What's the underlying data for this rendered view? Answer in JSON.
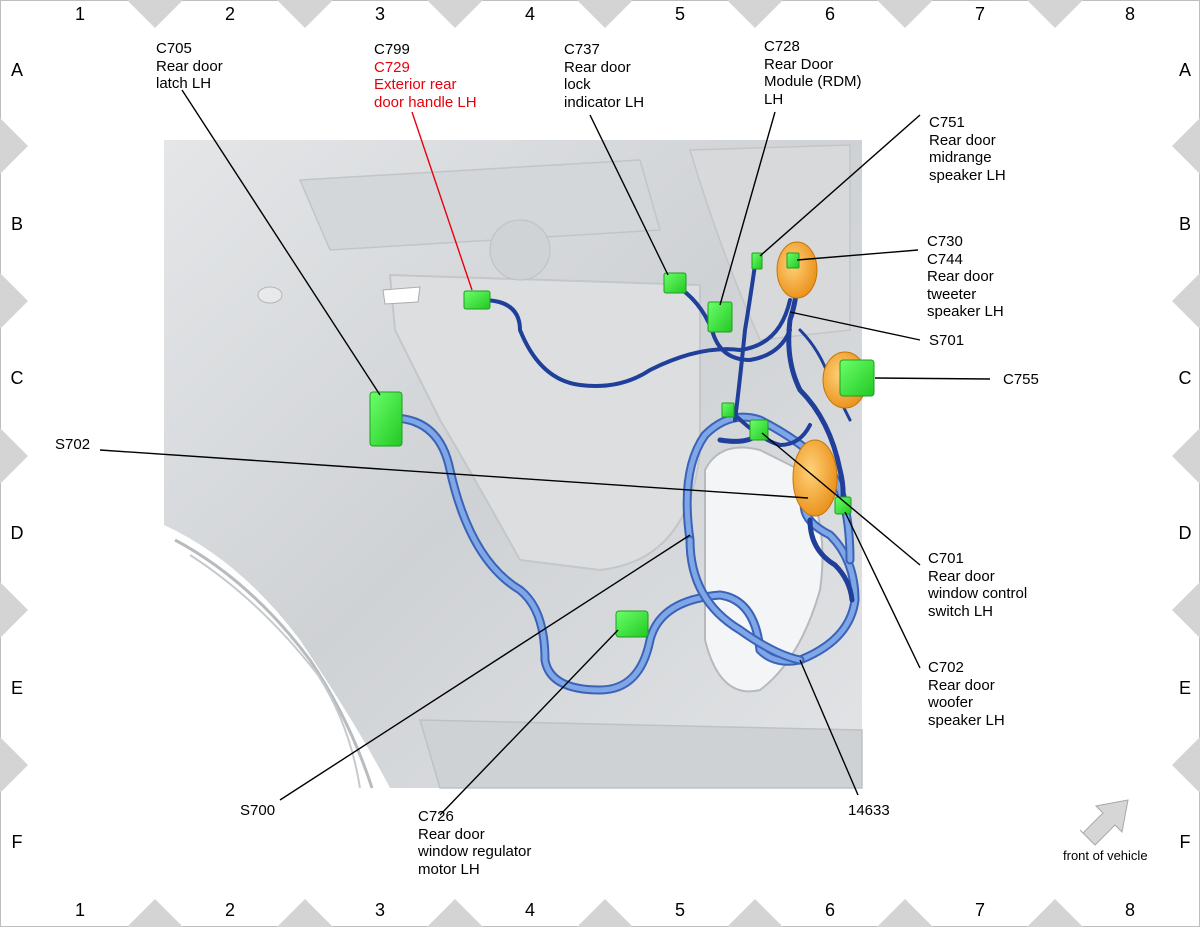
{
  "grid": {
    "columns": [
      "1",
      "2",
      "3",
      "4",
      "5",
      "6",
      "7",
      "8"
    ],
    "rows": [
      "A",
      "B",
      "C",
      "D",
      "E",
      "F"
    ]
  },
  "labels": {
    "c705": [
      "C705",
      "Rear door",
      "latch LH"
    ],
    "c799": "C799",
    "c729": [
      "C729",
      "Exterior rear",
      "door handle LH"
    ],
    "c737": [
      "C737",
      "Rear door",
      "lock",
      "indicator LH"
    ],
    "c728": [
      "C728",
      "Rear Door",
      "Module (RDM)",
      "LH"
    ],
    "c751": [
      "C751",
      "Rear door",
      "midrange",
      "speaker LH"
    ],
    "c730": [
      "C730",
      "C744",
      "Rear door",
      "tweeter",
      "speaker LH"
    ],
    "s701": "S701",
    "c755": "C755",
    "s702": "S702",
    "c701": [
      "C701",
      "Rear door",
      "window control",
      "switch LH"
    ],
    "c702": [
      "C702",
      "Rear door",
      "woofer",
      "speaker LH"
    ],
    "s700": "S700",
    "c726": [
      "C726",
      "Rear door",
      "window regulator",
      "motor LH"
    ],
    "n14633": "14633"
  },
  "front_of_vehicle": "front of vehicle",
  "colors": {
    "connector": "#3ee83e",
    "harness": "#1f4fa8",
    "harness_light": "#7fa6e6",
    "speaker": "#f0a020",
    "highlight": "#e8000b",
    "border_triangle": "#d4d4d4",
    "door_panel": "#d9dbdd"
  }
}
